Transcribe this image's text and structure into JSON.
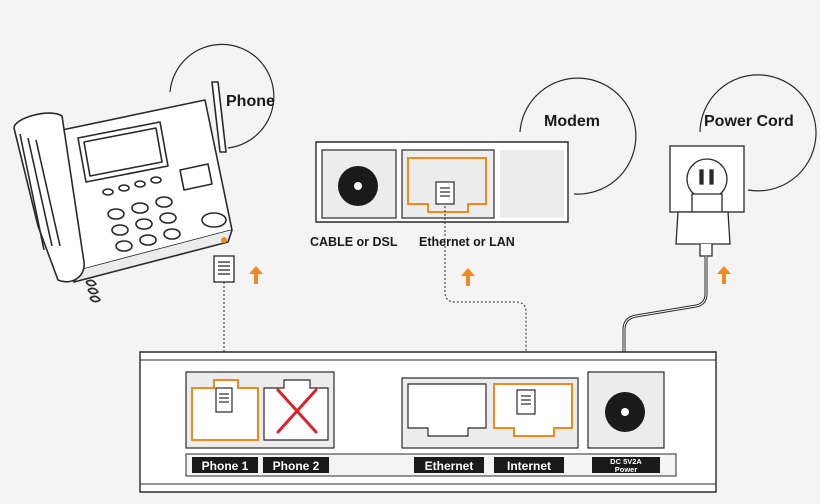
{
  "callouts": {
    "phone": "Phone",
    "modem": "Modem",
    "power_cord": "Power Cord"
  },
  "modem_ports": {
    "cable": "CABLE or DSL",
    "ethernet_lan": "Ethernet or LAN"
  },
  "device_ports": {
    "phone1": "Phone 1",
    "phone2": "Phone 2",
    "ethernet": "Ethernet",
    "internet": "Internet",
    "power_line1": "DC 5V2A",
    "power_line2": "Power"
  },
  "colors": {
    "accent": "#f08a1e",
    "line": "#2a2a2a",
    "cross": "#e0202a",
    "label_bg": "#1a1a1a"
  },
  "icons": [
    "up-arrow-icon",
    "rj11-plug-icon",
    "rj45-plug-icon",
    "disabled-cross-icon",
    "desk-phone-icon",
    "power-adapter-icon"
  ]
}
